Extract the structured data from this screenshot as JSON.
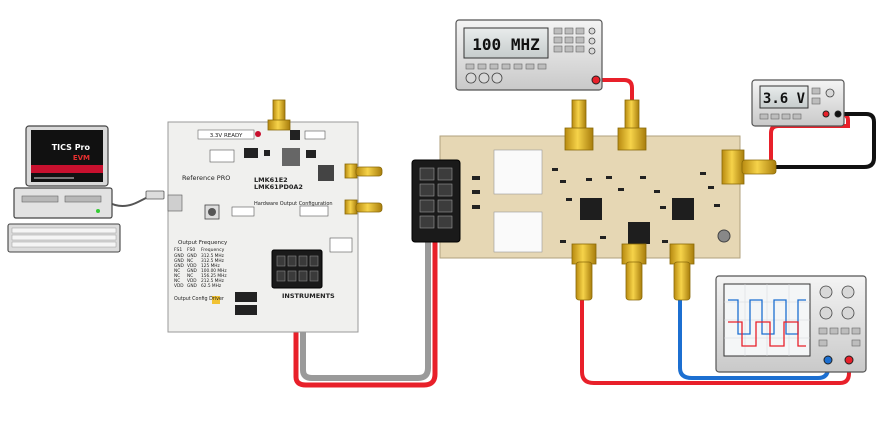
{
  "signal_generator": {
    "display": "100 MHZ"
  },
  "power_supply": {
    "display": "3.6 V"
  },
  "pc": {
    "app_title": "TICS Pro",
    "app_subtitle": "EVM"
  },
  "evm_board": {
    "mode_label": "Reference PRO",
    "part_line1": "LMK61E2",
    "part_line2": "LMK61PD0A2",
    "config_title": "Hardware Output Configuration",
    "freq_table_title": "Output Frequency",
    "freq_table_header": [
      "FS1",
      "FS0",
      "Frequency"
    ],
    "freq_table_rows": [
      [
        "GND",
        "GND",
        "312.5 MHz"
      ],
      [
        "GND",
        "NC",
        "312.5 MHz"
      ],
      [
        "GND",
        "VDD",
        "125 MHz"
      ],
      [
        "NC",
        "GND",
        "100.00 MHz"
      ],
      [
        "NC",
        "NC",
        "156.25 MHz"
      ],
      [
        "NC",
        "VDD",
        "212.5 MHz"
      ],
      [
        "VDD",
        "GND",
        "62.5 MHz"
      ]
    ],
    "driver_title": "Output Config Driver",
    "logo_text": "INSTRUMENTS",
    "banner_label": "3.3V READY"
  },
  "colors": {
    "cable_red": "#e8202a",
    "cable_blue": "#1c6fd1",
    "cable_black": "#111111",
    "cable_gray": "#9a9a9a",
    "board_white": "#f0f0ee",
    "board_tan": "#e6d7b4",
    "connector_gold": "#e8b820",
    "tics_red": "#c8102e"
  }
}
